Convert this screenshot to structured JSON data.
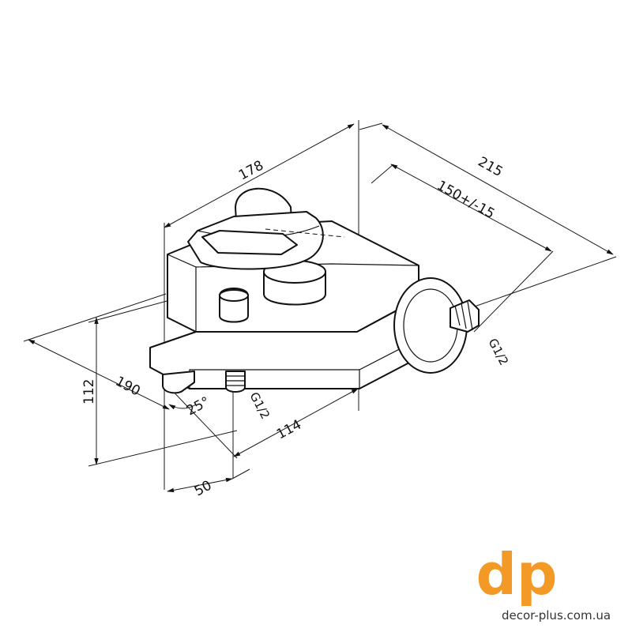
{
  "diagram": {
    "dimensions": {
      "d178": "178",
      "d215": "215",
      "d150": "150+/-15",
      "d190": "190",
      "d112": "112",
      "d114": "114",
      "d50": "50",
      "angle": "25°"
    },
    "thread_bottom": "G1/2",
    "thread_right": "G1/2"
  },
  "brand": {
    "logo_text": "dp",
    "url": "decor-plus.com.ua",
    "color": "#f39a26"
  }
}
